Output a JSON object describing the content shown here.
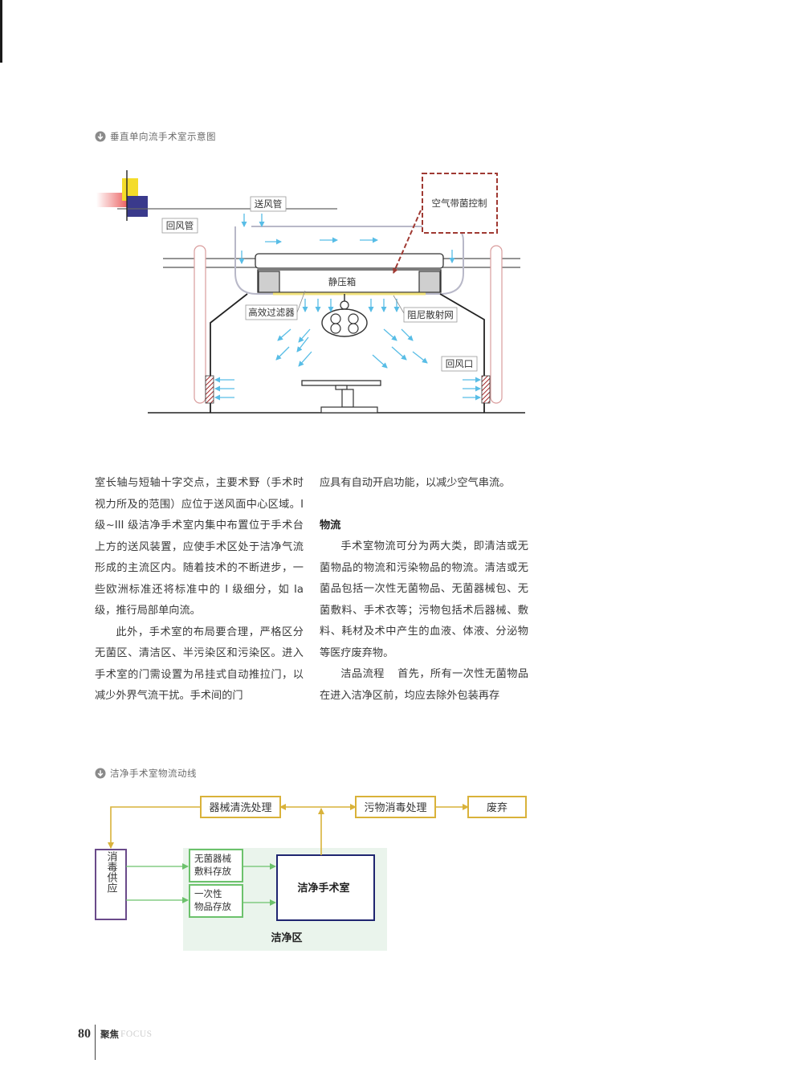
{
  "figure1": {
    "caption": "垂直单向流手术室示意图",
    "labels": {
      "supply_duct": "送风管",
      "return_duct": "回风管",
      "air_control": "空气带菌控制",
      "plenum": "静压箱",
      "hepa_filter": "高效过滤器",
      "damping_net": "阻尼散射网",
      "return_outlet": "回风口"
    }
  },
  "body": {
    "left_col": {
      "p1": "室长轴与短轴十字交点，主要术野（手术时视力所及的范围）应位于送风面中心区域。I 级~III 级洁净手术室内集中布置位于手术台上方的送风装置，应使手术区处于洁净气流形成的主流区内。随着技术的不断进步，一些欧洲标准还将标准中的 I 级细分，如 Ia 级，推行局部单向流。",
      "p2": "此外，手术室的布局要合理，严格区分无菌区、清洁区、半污染区和污染区。进入手术室的门需设置为吊挂式自动推拉门，以减少外界气流干扰。手术间的门"
    },
    "right_col": {
      "p1": "应具有自动开启功能，以减少空气串流。",
      "heading": "物流",
      "p2": "手术室物流可分为两大类，即清洁或无菌物品的物流和污染物品的物流。清洁或无菌品包括一次性无菌物品、无菌器械包、无菌敷料、手术衣等；污物包括术后器械、敷料、耗材及术中产生的血液、体液、分泌物等医疗废弃物。",
      "p3_lead": "洁品流程",
      "p3": "首先，所有一次性无菌物品在进入洁净区前，均应去除外包装再存"
    }
  },
  "figure2": {
    "caption": "洁净手术室物流动线",
    "boxes": {
      "instrument_cleaning": "器械清洗处理",
      "waste_disinfection": "污物消毒处理",
      "discard": "废弃",
      "disinfection_supply": "消毒供应",
      "sterile_storage_l1": "无菌器械",
      "sterile_storage_l2": "敷料存放",
      "disposable_l1": "一次性",
      "disposable_l2": "物品存放",
      "clean_or": "洁净手术室",
      "clean_zone": "洁净区"
    },
    "colors": {
      "gold": "#d9b23a",
      "green": "#6cc26c",
      "navy": "#1f2570",
      "purple": "#6a4a8a",
      "zone_bg": "#eaf4ec"
    }
  },
  "footer": {
    "page_number": "80",
    "section_cn": "聚焦",
    "section_en": "FOCUS"
  }
}
